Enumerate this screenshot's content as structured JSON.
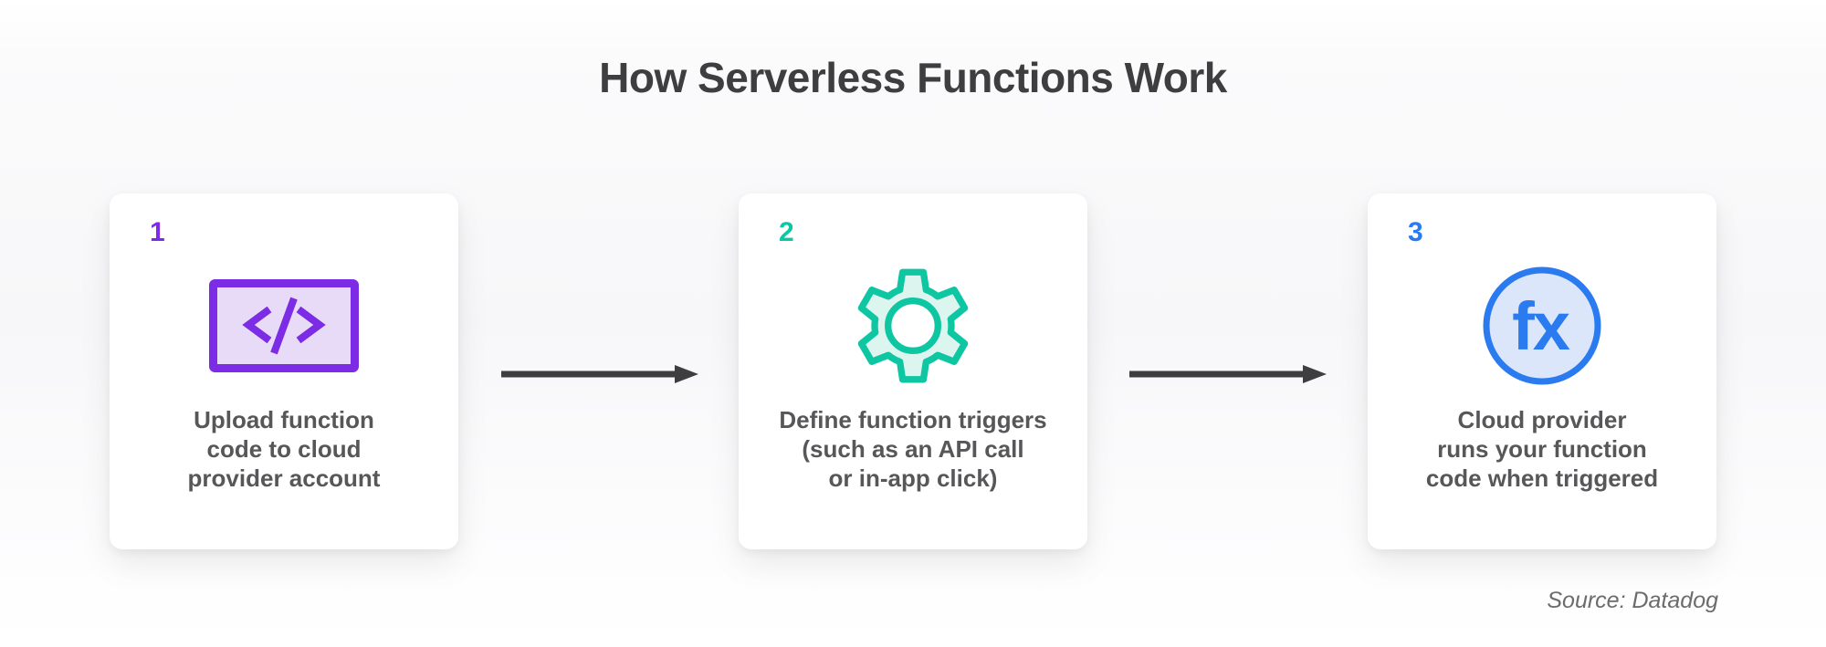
{
  "title": "How Serverless Functions Work",
  "source_credit": "Source: Datadog",
  "colors": {
    "title_text": "#3E3E40",
    "caption_text": "#57575A",
    "arrow": "#3E3E40",
    "source_text": "#6C6C6C",
    "card_background": "#FFFFFF"
  },
  "steps": [
    {
      "number": "1",
      "icon": "code-icon",
      "accent_color": "#7B2CE4",
      "icon_fill_color": "#E8DBF8",
      "lines": [
        "Upload function",
        "code to cloud",
        "provider account"
      ]
    },
    {
      "number": "2",
      "icon": "gear-icon",
      "accent_color": "#0EC7A2",
      "icon_fill_color": "#DCF5EF",
      "lines": [
        "Define function triggers",
        "(such as an API call",
        "or in-app click)"
      ]
    },
    {
      "number": "3",
      "icon": "fx-icon",
      "accent_color": "#2A7AF0",
      "icon_fill_color": "#DBE6FB",
      "icon_label": "fx",
      "lines": [
        "Cloud provider",
        "runs your function",
        "code when triggered"
      ]
    }
  ]
}
